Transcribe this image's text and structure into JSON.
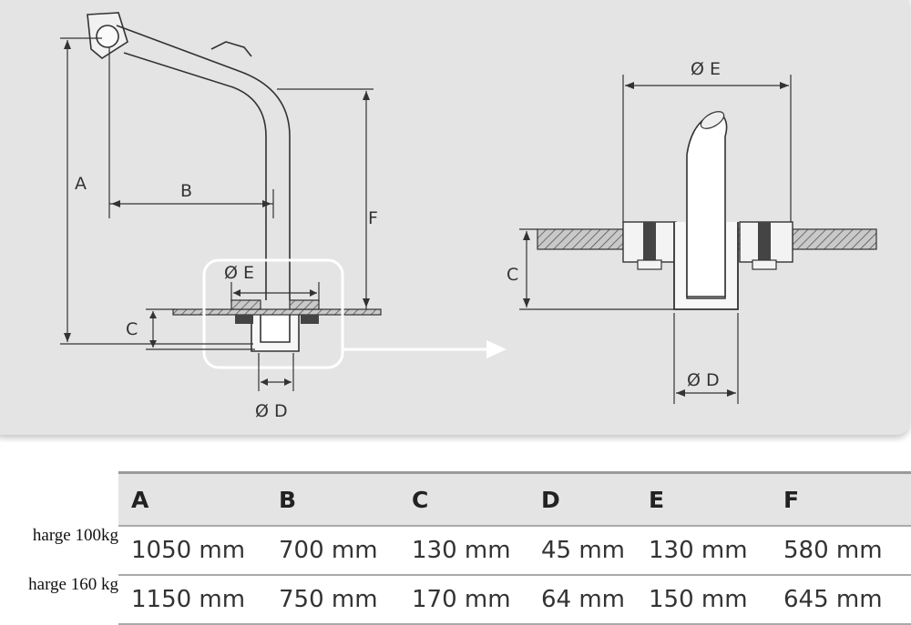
{
  "diagram": {
    "dimension_labels": {
      "a": "A",
      "b": "B",
      "c_left": "C",
      "d_left": "Ø D",
      "e_left": "Ø E",
      "f": "F",
      "c_right": "C",
      "d_right": "Ø D",
      "e_right": "Ø E"
    },
    "colors": {
      "panel": "#e4e4e4",
      "line": "#333333",
      "hatch": "#555555",
      "highlight": "#ffffff"
    },
    "icons": [
      "arrow-right-icon"
    ]
  },
  "table": {
    "headers": [
      "A",
      "B",
      "C",
      "D",
      "E",
      "F"
    ],
    "rows": [
      {
        "label": "harge 100kg",
        "values": [
          "1050 mm",
          "700 mm",
          "130 mm",
          "45 mm",
          "130 mm",
          "580 mm"
        ]
      },
      {
        "label": "harge 160 kg",
        "values": [
          "1150 mm",
          "750 mm",
          "170 mm",
          "64 mm",
          "150 mm",
          "645 mm"
        ]
      }
    ]
  }
}
